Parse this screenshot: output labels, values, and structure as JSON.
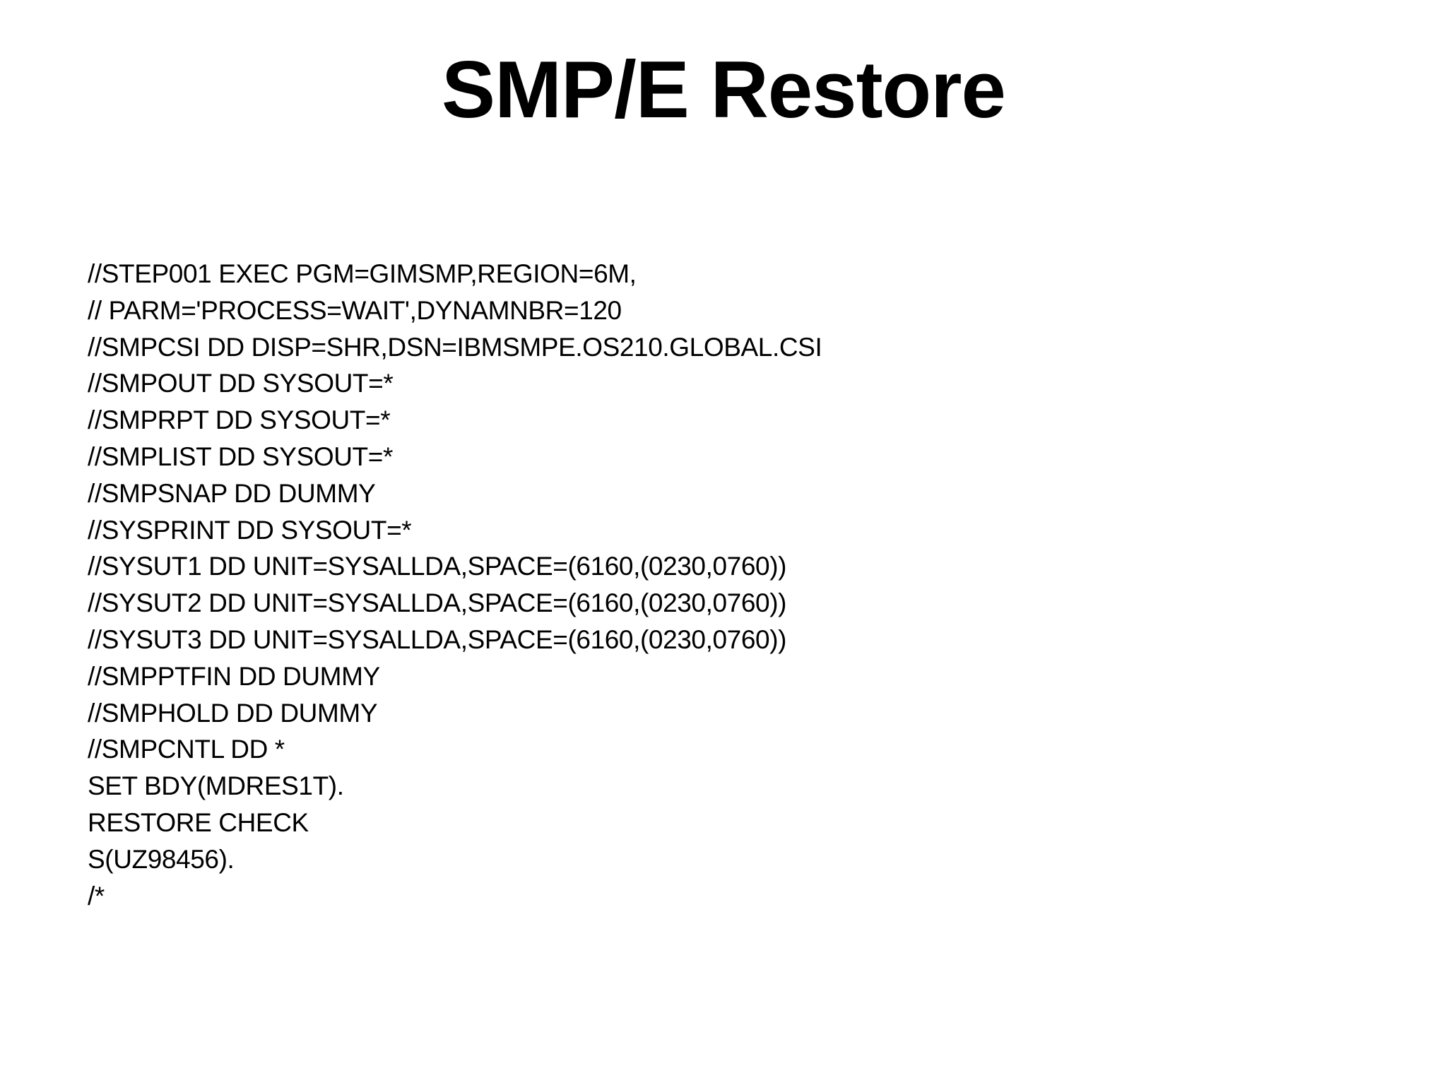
{
  "slide": {
    "title": "SMP/E Restore",
    "jcl_lines": [
      "//STEP001 EXEC PGM=GIMSMP,REGION=6M,",
      "// PARM='PROCESS=WAIT',DYNAMNBR=120",
      "//SMPCSI DD DISP=SHR,DSN=IBMSMPE.OS210.GLOBAL.CSI",
      "//SMPOUT DD SYSOUT=*",
      "//SMPRPT DD SYSOUT=*",
      "//SMPLIST DD SYSOUT=*",
      "//SMPSNAP DD DUMMY",
      "//SYSPRINT DD SYSOUT=*",
      "//SYSUT1 DD UNIT=SYSALLDA,SPACE=(6160,(0230,0760))",
      "//SYSUT2 DD UNIT=SYSALLDA,SPACE=(6160,(0230,0760))",
      "//SYSUT3 DD UNIT=SYSALLDA,SPACE=(6160,(0230,0760))",
      "//SMPPTFIN DD DUMMY",
      "//SMPHOLD DD DUMMY",
      "//SMPCNTL DD *",
      "SET BDY(MDRES1T).",
      "RESTORE CHECK",
      "S(UZ98456).",
      "/*"
    ]
  }
}
